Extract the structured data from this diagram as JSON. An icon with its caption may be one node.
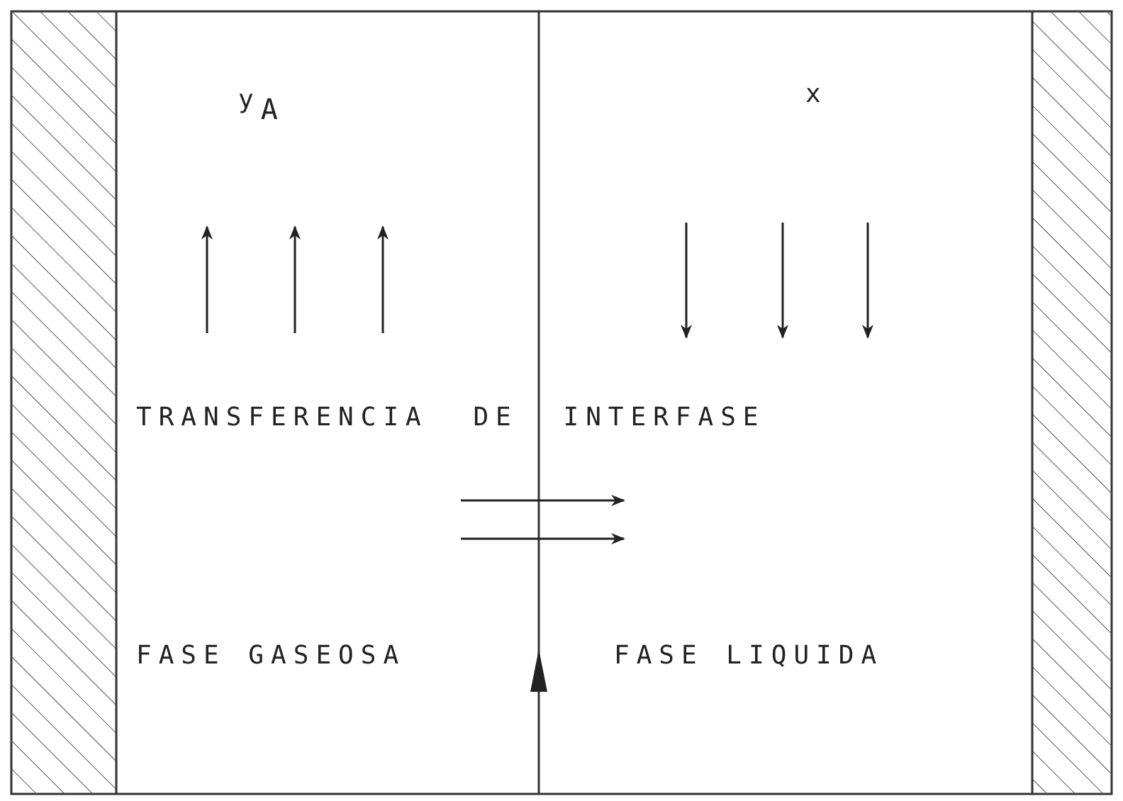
{
  "diagram": {
    "labels": [
      "y$_{A}$",
      "x",
      "TRANSFERENCIA DE INTERFASE",
      "FASE GASEOSA",
      "FASE LIQUIDA"
    ]
  }
}
